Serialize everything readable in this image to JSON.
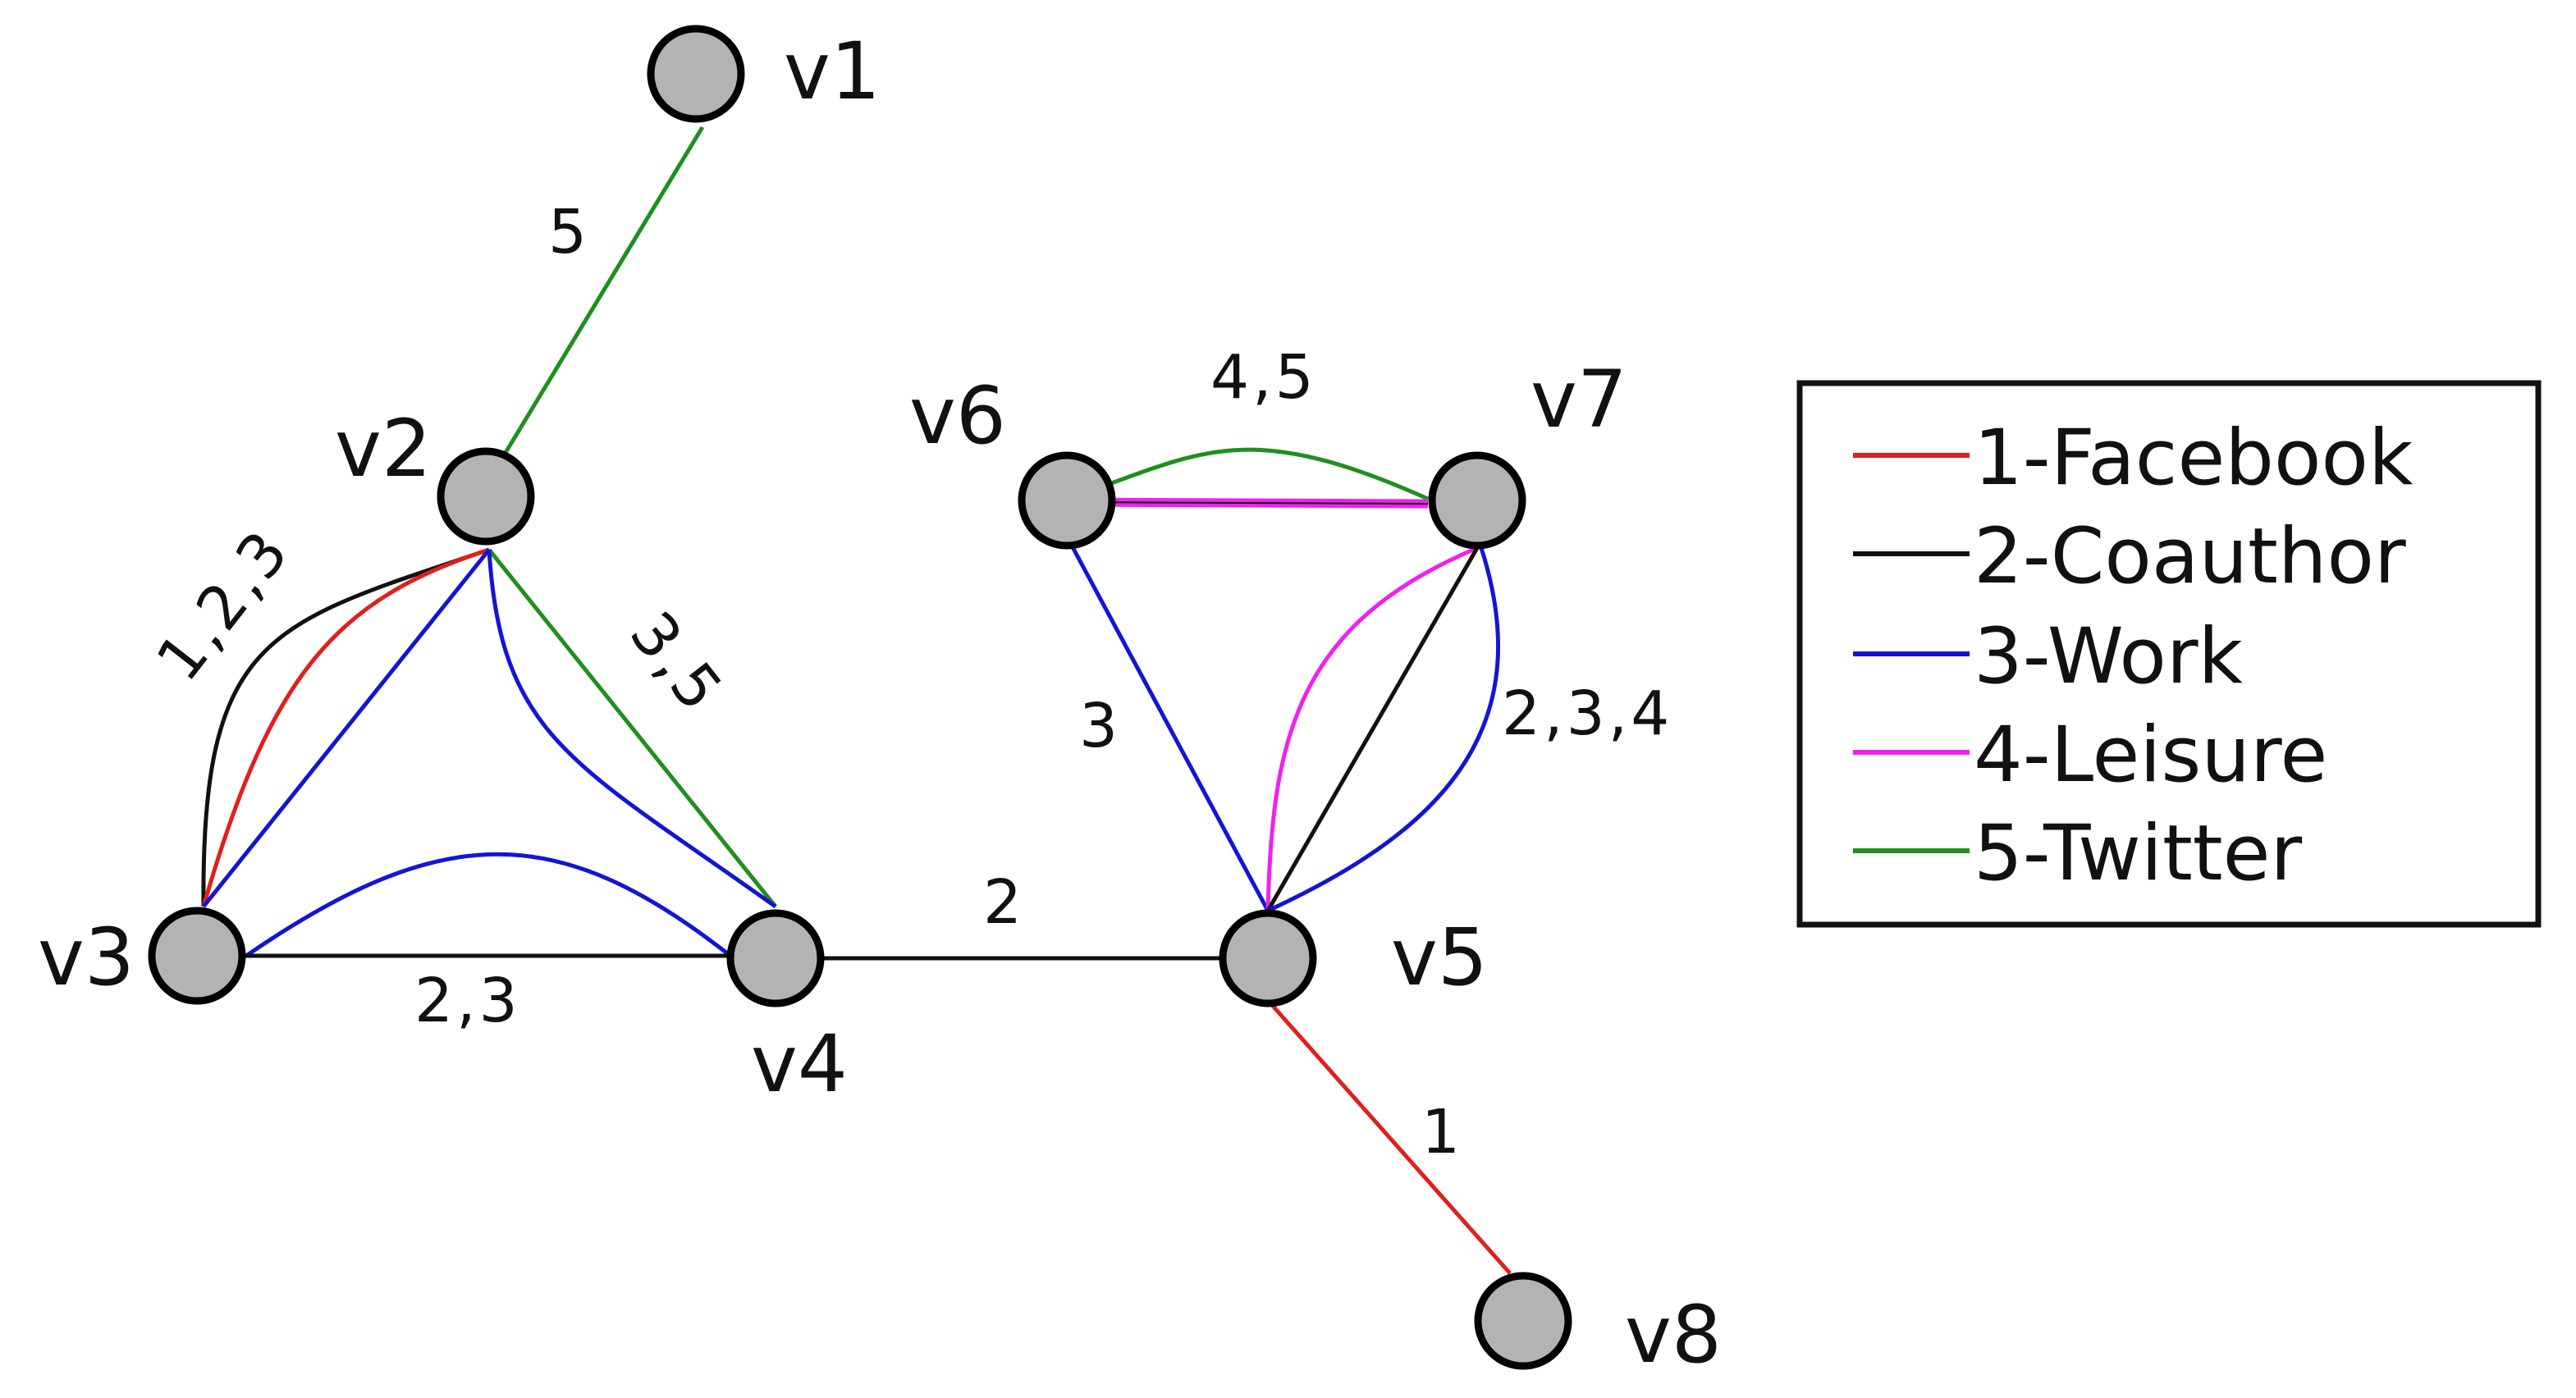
{
  "colors": {
    "facebook": "#e0201c",
    "coauthor": "#111111",
    "work": "#1414d6",
    "leisure": "#ee22ee",
    "twitter": "#1f8f1f",
    "node_fill": "#b3b3b3",
    "node_stroke": "#000000"
  },
  "nodes": {
    "v1": "v1",
    "v2": "v2",
    "v3": "v3",
    "v4": "v4",
    "v5": "v5",
    "v6": "v6",
    "v7": "v7",
    "v8": "v8"
  },
  "edge_labels": {
    "v1_v2": "5",
    "v2_v3": "1,2,3",
    "v2_v4": "3,5",
    "v3_v4": "2,3",
    "v4_v5": "2",
    "v6_v7": "4,5",
    "v6_v5": "3",
    "v7_v5": "2,3,4",
    "v5_v8": "1"
  },
  "legend": {
    "items": [
      {
        "label": "1-Facebook",
        "color_key": "facebook"
      },
      {
        "label": "2-Coauthor",
        "color_key": "coauthor"
      },
      {
        "label": "3-Work",
        "color_key": "work"
      },
      {
        "label": "4-Leisure",
        "color_key": "leisure"
      },
      {
        "label": "5-Twitter",
        "color_key": "twitter"
      }
    ]
  }
}
